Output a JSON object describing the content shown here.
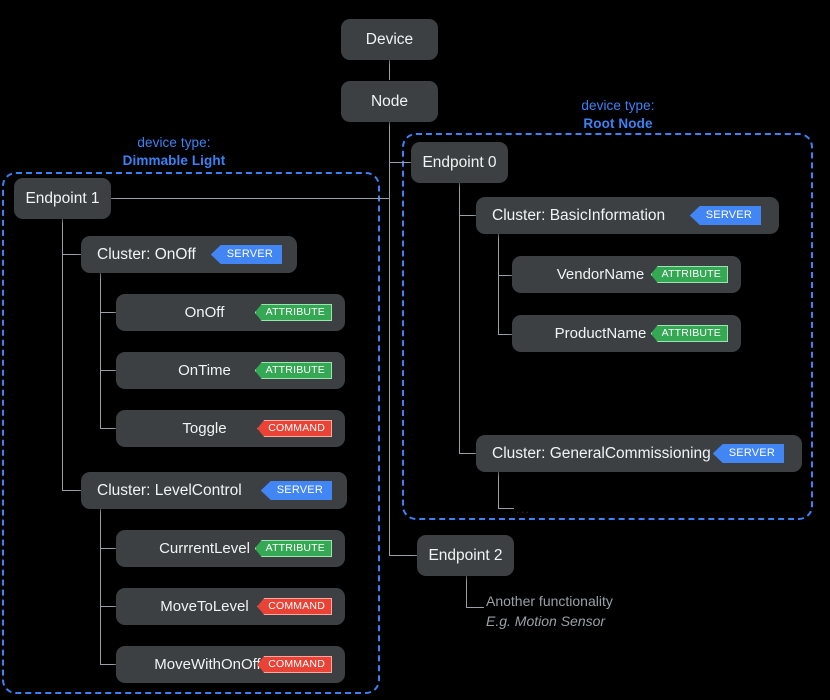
{
  "diagram": {
    "title_nodes": {
      "device": "Device",
      "node": "Node"
    },
    "device_type_caption_label": "device type:",
    "groups": [
      {
        "id": "dimmable-light",
        "device_type_label": "device type:",
        "device_type_name": "Dimmable Light",
        "endpoint": "Endpoint 1",
        "clusters": [
          {
            "name": "Cluster: OnOff",
            "badge": "SERVER",
            "badge_kind": "server",
            "children": [
              {
                "name": "OnOff",
                "badge": "ATTRIBUTE",
                "badge_kind": "attribute"
              },
              {
                "name": "OnTime",
                "badge": "ATTRIBUTE",
                "badge_kind": "attribute"
              },
              {
                "name": "Toggle",
                "badge": "COMMAND",
                "badge_kind": "command"
              }
            ]
          },
          {
            "name": "Cluster: LevelControl",
            "badge": "SERVER",
            "badge_kind": "server",
            "children": [
              {
                "name": "CurrrentLevel",
                "badge": "ATTRIBUTE",
                "badge_kind": "attribute"
              },
              {
                "name": "MoveToLevel",
                "badge": "COMMAND",
                "badge_kind": "command"
              },
              {
                "name": "MoveWithOnOff",
                "badge": "COMMAND",
                "badge_kind": "command"
              }
            ]
          }
        ]
      },
      {
        "id": "root-node",
        "device_type_label": "device type:",
        "device_type_name": "Root Node",
        "endpoint": "Endpoint 0",
        "clusters": [
          {
            "name": "Cluster: BasicInformation",
            "badge": "SERVER",
            "badge_kind": "server",
            "children": [
              {
                "name": "VendorName",
                "badge": "ATTRIBUTE",
                "badge_kind": "attribute"
              },
              {
                "name": "ProductName",
                "badge": "ATTRIBUTE",
                "badge_kind": "attribute"
              }
            ]
          },
          {
            "name": "Cluster: GeneralCommissioning",
            "badge": "SERVER",
            "badge_kind": "server",
            "children": [],
            "more_indicator": "..."
          }
        ]
      }
    ],
    "endpoint2": {
      "endpoint": "Endpoint 2",
      "note_line1": "Another functionality",
      "note_line2": "E.g. Motion Sensor"
    },
    "colors": {
      "background": "#000000",
      "box": "#3c4043",
      "line": "#9aa0a6",
      "accent_blue": "#3b82f6",
      "badge_server": "#4285f4",
      "badge_attribute": "#34a853",
      "badge_command": "#ea4335",
      "note_text": "#9aa0a6"
    }
  }
}
